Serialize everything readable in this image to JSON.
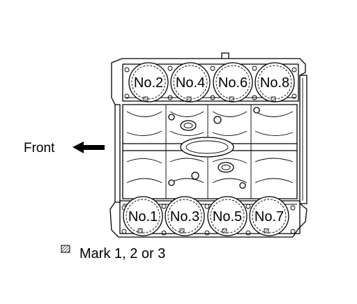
{
  "cylinders_top": [
    "No.2",
    "No.4",
    "No.6",
    "No.8"
  ],
  "cylinders_bottom": [
    "No.1",
    "No.3",
    "No.5",
    "No.7"
  ],
  "front_label": "Front",
  "legend_label": "Mark 1, 2 or 3",
  "icons": {
    "arrow": "left-arrow-icon",
    "mark": "hatched-square-icon"
  }
}
